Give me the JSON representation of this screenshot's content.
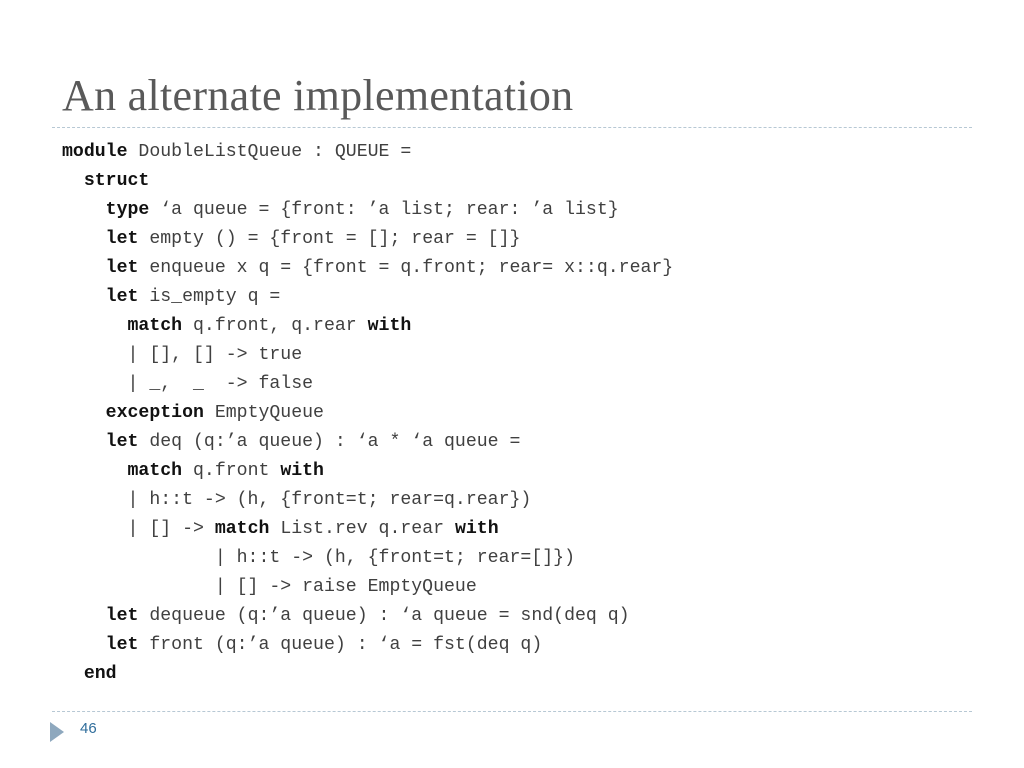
{
  "slide": {
    "title": "An alternate implementation",
    "page_number": "46"
  },
  "code": [
    {
      "indent": "",
      "parts": [
        {
          "t": "module",
          "kw": true
        },
        {
          "t": " DoubleListQueue : QUEUE =",
          "kw": false
        }
      ]
    },
    {
      "indent": "  ",
      "parts": [
        {
          "t": "struct",
          "kw": true
        }
      ]
    },
    {
      "indent": "    ",
      "parts": [
        {
          "t": "type",
          "kw": true
        },
        {
          "t": " ‘a queue = {front: ’a list; rear: ’a list}",
          "kw": false
        }
      ]
    },
    {
      "indent": "    ",
      "parts": [
        {
          "t": "let",
          "kw": true
        },
        {
          "t": " empty () = {front = []; rear = []}",
          "kw": false
        }
      ]
    },
    {
      "indent": "    ",
      "parts": [
        {
          "t": "let",
          "kw": true
        },
        {
          "t": " enqueue x q = {front = q.front; rear= x::q.rear}",
          "kw": false
        }
      ]
    },
    {
      "indent": "    ",
      "parts": [
        {
          "t": "let",
          "kw": true
        },
        {
          "t": " is_empty q =",
          "kw": false
        }
      ]
    },
    {
      "indent": "      ",
      "parts": [
        {
          "t": "match",
          "kw": true
        },
        {
          "t": " q.front, q.rear ",
          "kw": false
        },
        {
          "t": "with",
          "kw": true
        }
      ]
    },
    {
      "indent": "      ",
      "parts": [
        {
          "t": "| [], [] -> true",
          "kw": false
        }
      ]
    },
    {
      "indent": "      ",
      "parts": [
        {
          "t": "| _,  _  -> false",
          "kw": false
        }
      ]
    },
    {
      "indent": "    ",
      "parts": [
        {
          "t": "exception",
          "kw": true
        },
        {
          "t": " EmptyQueue",
          "kw": false
        }
      ]
    },
    {
      "indent": "    ",
      "parts": [
        {
          "t": "let",
          "kw": true
        },
        {
          "t": " deq (q:’a queue) : ‘a * ‘a queue =",
          "kw": false
        }
      ]
    },
    {
      "indent": "      ",
      "parts": [
        {
          "t": "match",
          "kw": true
        },
        {
          "t": " q.front ",
          "kw": false
        },
        {
          "t": "with",
          "kw": true
        }
      ]
    },
    {
      "indent": "      ",
      "parts": [
        {
          "t": "| h::t -> (h, {front=t; rear=q.rear})",
          "kw": false
        }
      ]
    },
    {
      "indent": "      ",
      "parts": [
        {
          "t": "| [] -> ",
          "kw": false
        },
        {
          "t": "match",
          "kw": true
        },
        {
          "t": " List.rev q.rear ",
          "kw": false
        },
        {
          "t": "with",
          "kw": true
        }
      ]
    },
    {
      "indent": "              ",
      "parts": [
        {
          "t": "| h::t -> (h, {front=t; rear=[]})",
          "kw": false
        }
      ]
    },
    {
      "indent": "              ",
      "parts": [
        {
          "t": "| [] -> raise EmptyQueue",
          "kw": false
        }
      ]
    },
    {
      "indent": "    ",
      "parts": [
        {
          "t": "let",
          "kw": true
        },
        {
          "t": " dequeue (q:’a queue) : ‘a queue = snd(deq q)",
          "kw": false
        }
      ]
    },
    {
      "indent": "    ",
      "parts": [
        {
          "t": "let",
          "kw": true
        },
        {
          "t": " front (q:’a queue) : ‘a = fst(deq q)",
          "kw": false
        }
      ]
    },
    {
      "indent": "  ",
      "parts": [
        {
          "t": "end",
          "kw": true
        }
      ]
    }
  ]
}
